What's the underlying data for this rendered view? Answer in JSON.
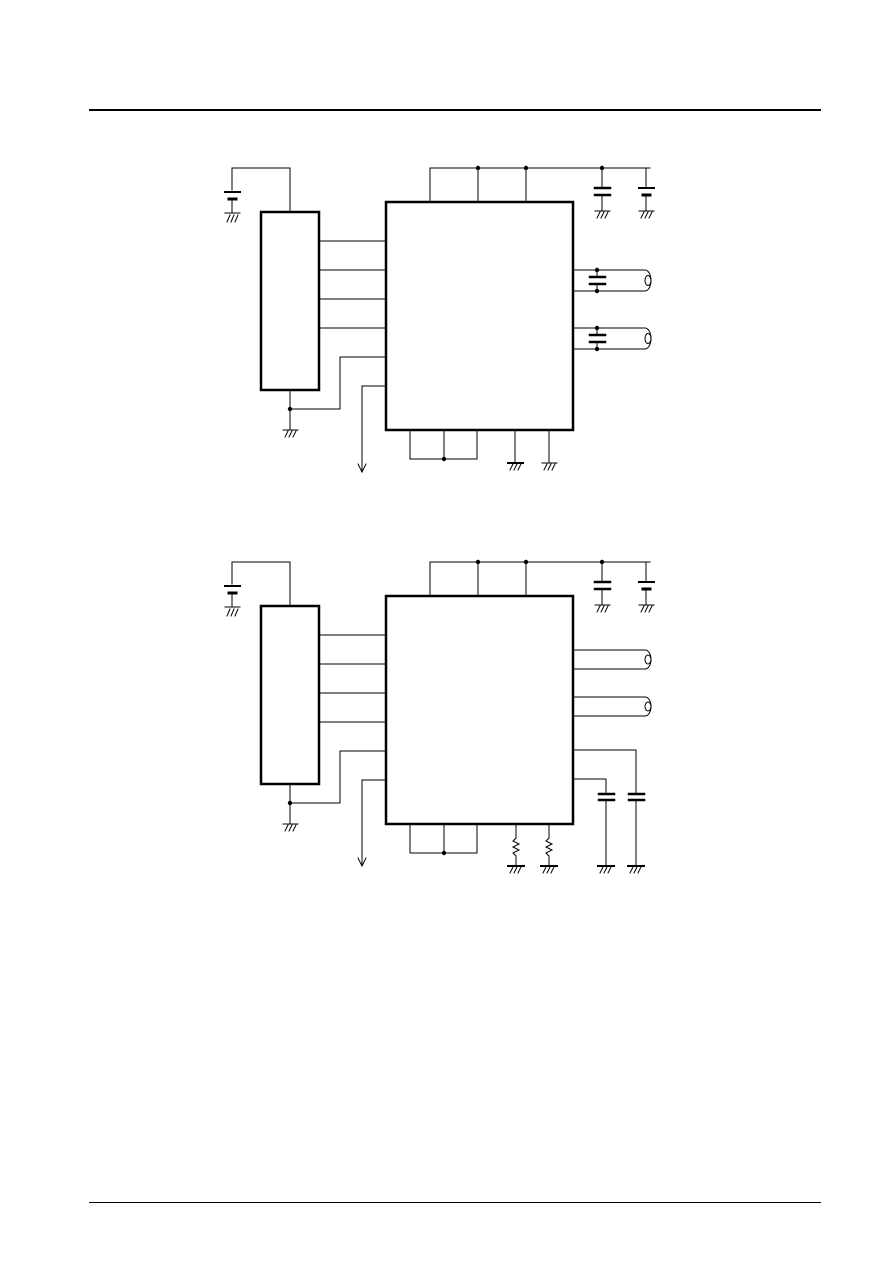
{
  "page": {
    "header_rule": true,
    "footer_rule": true
  },
  "diagrams": [
    {
      "id": "application-circuit-1",
      "components": [
        "battery",
        "controller-block",
        "driver-ic-block",
        "supply-capacitor",
        "supply-battery",
        "bridge-capacitors",
        "motor-coils",
        "ground-symbols"
      ],
      "signal_lines_between_blocks": 6,
      "output_coils": 2,
      "bottom_ground_pins": 2
    },
    {
      "id": "application-circuit-2",
      "components": [
        "battery",
        "controller-block",
        "driver-ic-block",
        "supply-capacitor",
        "supply-battery",
        "motor-coils",
        "sense-resistors",
        "filter-capacitors",
        "ground-symbols"
      ],
      "signal_lines_between_blocks": 6,
      "output_coils": 2,
      "bottom_sense_resistors": 2,
      "filter_capacitors": 2
    }
  ],
  "colors": {
    "ink": "#000000",
    "paper": "#ffffff"
  }
}
